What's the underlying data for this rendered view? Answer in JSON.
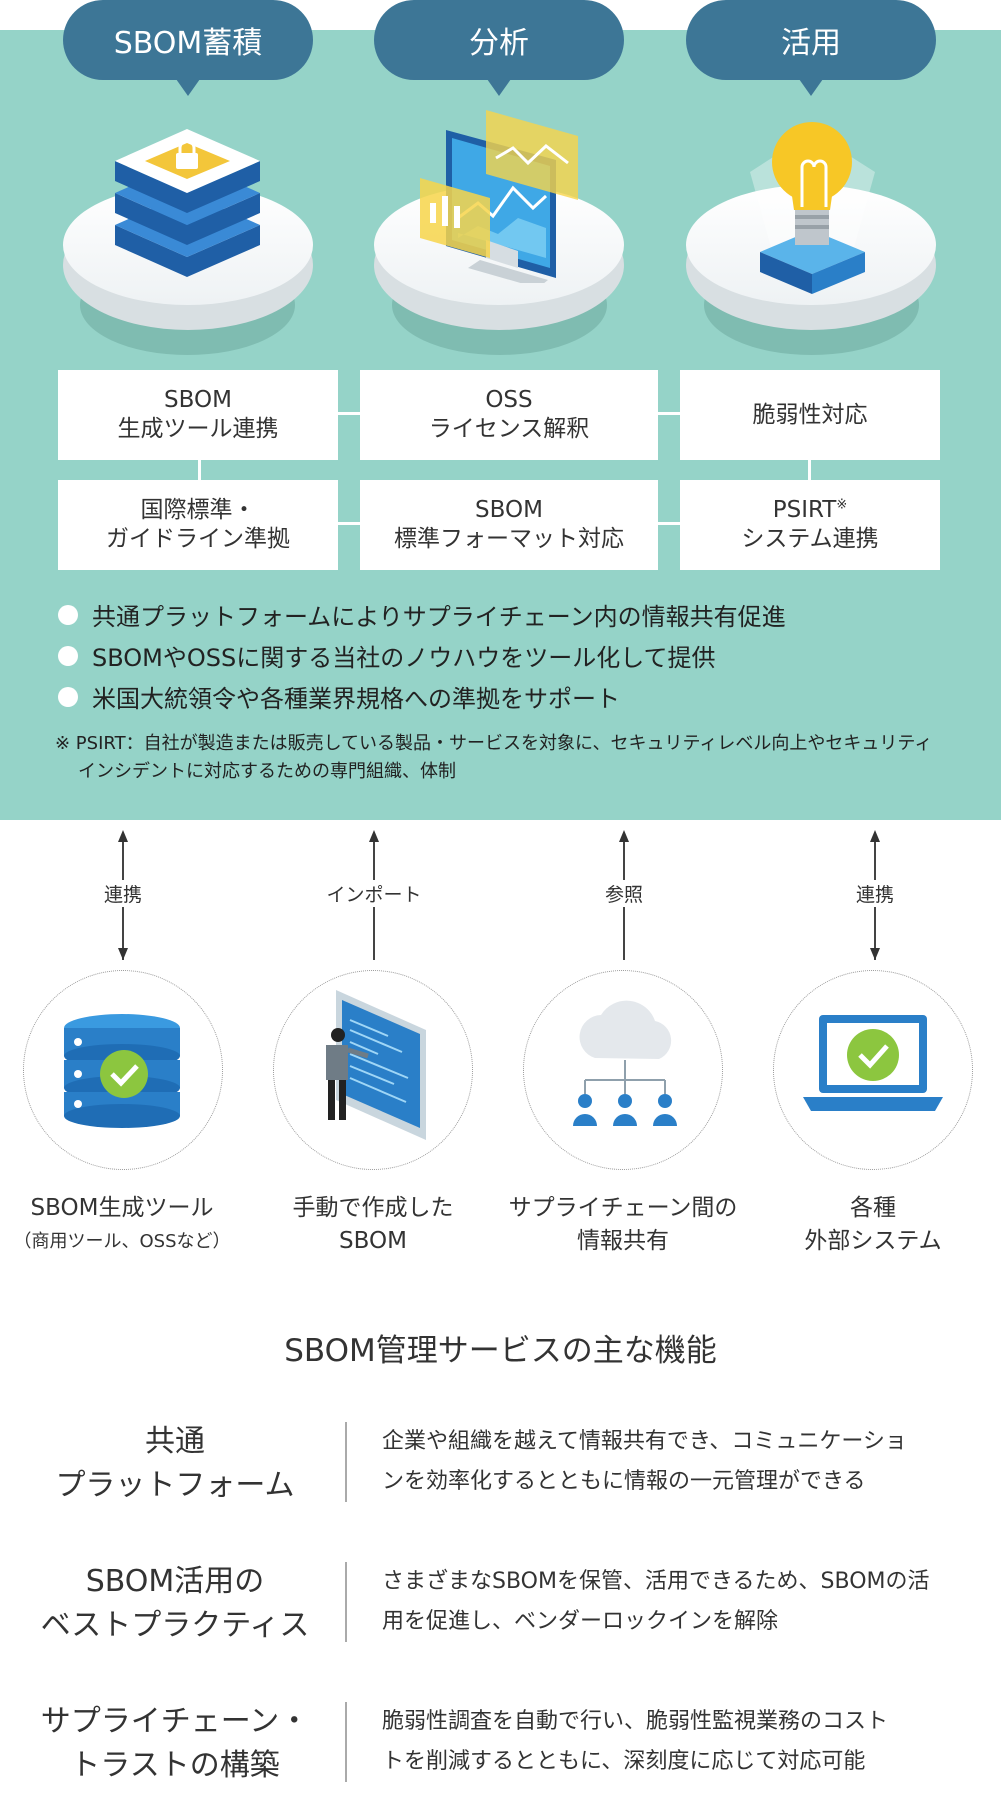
{
  "stages": [
    {
      "label": "SBOM蓄積",
      "icon": "server-lock-icon"
    },
    {
      "label": "分析",
      "icon": "analytics-monitor-icon"
    },
    {
      "label": "活用",
      "icon": "lightbulb-icon"
    }
  ],
  "boxes": [
    {
      "line1": "SBOM",
      "line2": "生成ツール連携"
    },
    {
      "line1": "OSS",
      "line2": "ライセンス解釈"
    },
    {
      "line1": "脆弱性対応",
      "line2": ""
    },
    {
      "line1": "国際標準・",
      "line2": "ガイドライン準拠"
    },
    {
      "line1": "SBOM",
      "line2": "標準フォーマット対応"
    },
    {
      "line1": "PSIRT",
      "sup": "※",
      "line2": "システム連携"
    }
  ],
  "bullets": [
    "共通プラットフォームによりサプライチェーン内の情報共有促進",
    "SBOMやOSSに関する当社のノウハウをツール化して提供",
    "米国大統領令や各種業界規格への準拠をサポート"
  ],
  "note": {
    "line1": "※ PSIRT：自社が製造または販売している製品・サービスを対象に、セキュリティレベル向上やセキュリティ",
    "line2": "インシデントに対応するための専門組織、体制"
  },
  "arrows": [
    {
      "label": "連携",
      "direction": "both"
    },
    {
      "label": "インポート",
      "direction": "up"
    },
    {
      "label": "参照",
      "direction": "up"
    },
    {
      "label": "連携",
      "direction": "both"
    }
  ],
  "sources": [
    {
      "line1": "SBOM生成ツール",
      "line2": "（商用ツール、OSSなど）",
      "icon": "database-check-icon"
    },
    {
      "line1": "手動で作成した",
      "line2": "SBOM",
      "icon": "person-screen-icon"
    },
    {
      "line1": "サプライチェーン間の",
      "line2": "情報共有",
      "icon": "cloud-network-icon"
    },
    {
      "line1": "各種",
      "line2": "外部システム",
      "icon": "laptop-check-icon"
    }
  ],
  "features_title": "SBOM管理サービスの主な機能",
  "features": [
    {
      "name1": "共通",
      "name2": "プラットフォーム",
      "desc1": "企業や組織を越えて情報共有でき、コミュニケーショ",
      "desc2": "ンを効率化するとともに情報の一元管理ができる"
    },
    {
      "name1": "SBOM活用の",
      "name2": "ベストプラクティス",
      "desc1": "さまざまなSBOMを保管、活用できるため、SBOMの活",
      "desc2": "用を促進し、ベンダーロックインを解除"
    },
    {
      "name1": "サプライチェーン・",
      "name2": "トラストの構築",
      "desc1": "脆弱性調査を自動で行い、脆弱性監視業務のコスト",
      "desc2": "トを削減するとともに、深刻度に応じて対応可能"
    }
  ],
  "colors": {
    "panel": "#95d3c8",
    "bubble": "#3d7696",
    "accent_green": "#8cc63f",
    "icon_blue": "#2a7fc8"
  }
}
